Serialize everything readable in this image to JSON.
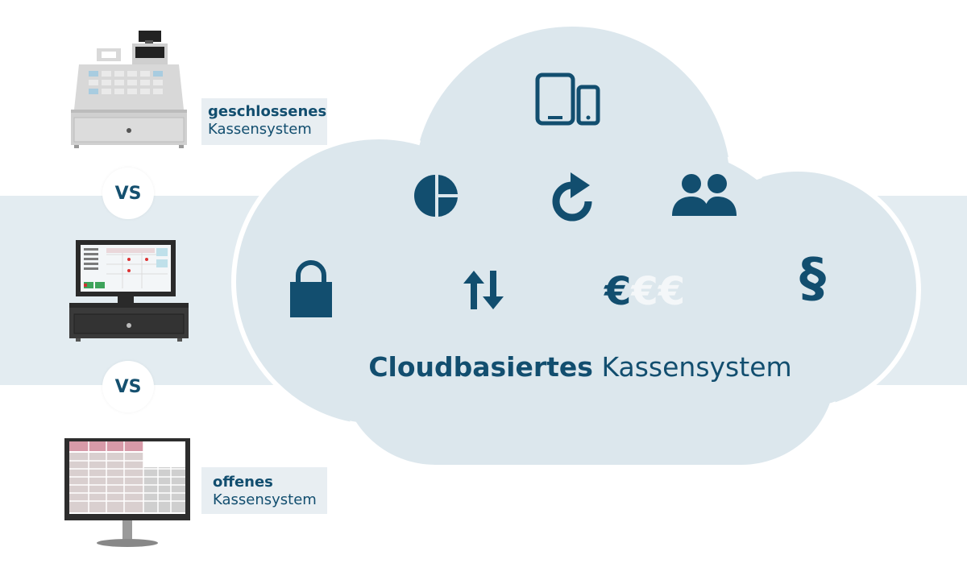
{
  "closed_system": {
    "line1": "geschlossenes",
    "line2": "Kassensystem"
  },
  "open_system": {
    "line1": "offenes",
    "line2": "Kassensystem"
  },
  "vs_labels": [
    "VS",
    "VS"
  ],
  "cloud": {
    "title_bold": "Cloudbasiertes",
    "title_regular": "Kassensystem"
  },
  "icons": {
    "paragraph": "§",
    "euro_main": "€",
    "euro_faded": "€€"
  },
  "icon_names": [
    "tablet-phone-icon",
    "pie-chart-icon",
    "refresh-icon",
    "users-icon",
    "lock-icon",
    "transfer-arrows-icon",
    "euro-icon",
    "paragraph-icon"
  ],
  "colors": {
    "brand": "#124e6f",
    "band": "#e3ecf1",
    "cloud": "#dde8ee",
    "label_bg": "#e8eef2"
  }
}
